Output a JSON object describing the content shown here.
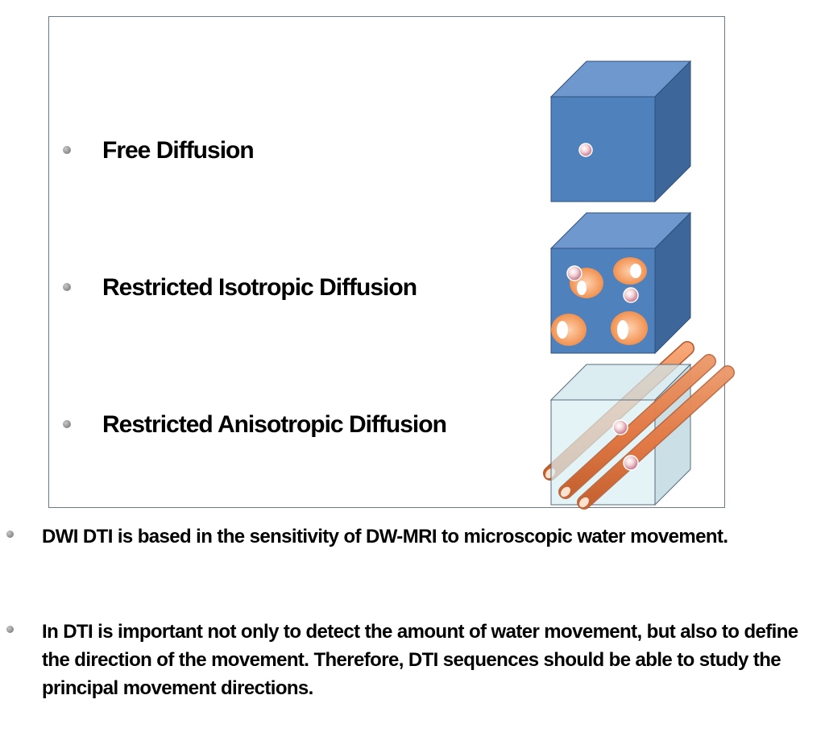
{
  "diagram": {
    "items": [
      {
        "label": "Free Diffusion"
      },
      {
        "label": "Restricted Isotropic Diffusion"
      },
      {
        "label": "Restricted Anisotropic Diffusion"
      }
    ],
    "colors": {
      "cube_front": "#4f81bd",
      "cube_top": "#6f98cf",
      "cube_side": "#3d669b",
      "glass_cube": "#d9eef2",
      "cell": "#f79646",
      "fiber": "#f08c52",
      "frame_border": "#6a7a8c"
    }
  },
  "notes": [
    {
      "text": "DWI DTI is based in the sensitivity of DW-MRI to microscopic water movement."
    },
    {
      "text": "In DTI is important not only to detect the amount of water movement, but also to define the direction of the movement. Therefore, DTI sequences should  be able to study the principal movement directions."
    }
  ]
}
